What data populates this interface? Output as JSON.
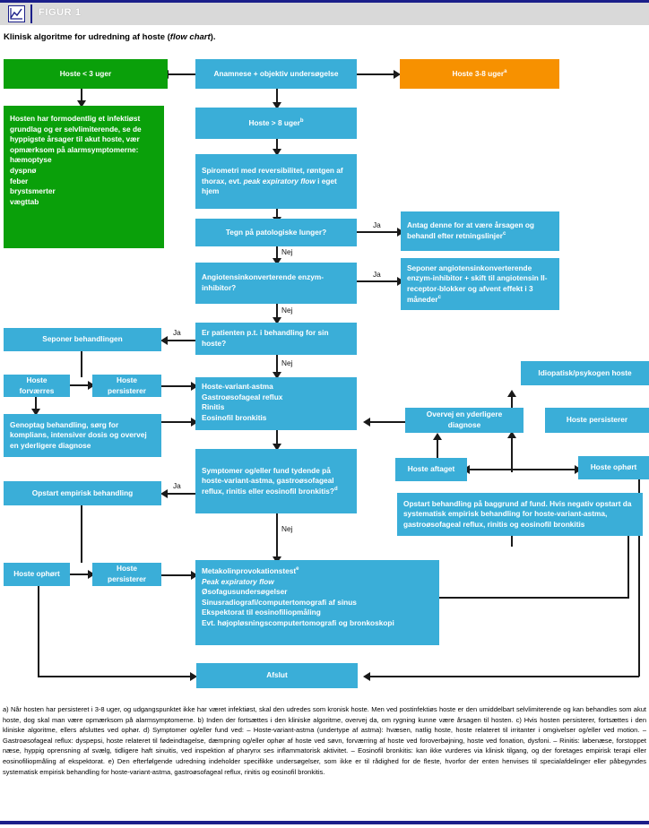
{
  "header": {
    "figure_label": "FIGUR 1",
    "icon": "chart-line-icon",
    "caption_text": "Klinisk algoritme for udredning af hoste (",
    "caption_italic": "flow chart",
    "caption_tail": ")."
  },
  "colors": {
    "blue": "#3aaed8",
    "green": "#0aa00a",
    "orange": "#f79100",
    "header_bar": "#d9d9d9",
    "rule": "#1b1f8a",
    "line": "#1a1a1a"
  },
  "flow": {
    "nodes": [
      {
        "id": "hoste3uger",
        "label": "Hoste < 3 uger",
        "color": "green"
      },
      {
        "id": "anamnese",
        "label": "Anamnese + objektiv undersøgelse",
        "color": "blue"
      },
      {
        "id": "hoste38uger",
        "label": "Hoste 3-8 uger",
        "sup": "a",
        "color": "orange"
      },
      {
        "id": "infektiost",
        "label": "Hosten har formodentlig et infektiøst grundlag og er selvlimiterende, se de hyppigste årsager til akut hoste, vær opmærksom på alarmsymptomerne:",
        "color": "green",
        "list": [
          "hæmoptyse",
          "dyspnø",
          "feber",
          "brystsmerter",
          "vægttab"
        ]
      },
      {
        "id": "hoste8uger",
        "label": "Hoste > 8 uger",
        "sup": "b",
        "color": "blue"
      },
      {
        "id": "spirometri",
        "label": "Spirometri med reversibilitet, røntgen af thorax, evt. ",
        "italic": "peak expiratory flow",
        "label_tail": " i eget hjem",
        "color": "blue"
      },
      {
        "id": "patologiske",
        "label": "Tegn på patologiske lunger?",
        "color": "blue"
      },
      {
        "id": "antag",
        "label": "Antag denne for at være årsagen og behandl efter retningslinjer",
        "sup": "c",
        "color": "blue"
      },
      {
        "id": "aceinhibitor",
        "label": "Angiotensinkonverterende enzym-inhibitor?",
        "color": "blue"
      },
      {
        "id": "seponerace",
        "label": "Seponer angiotensinkonverterende enzym-inhibitor + skift til angiotensin II-receptor-blokker og afvent effekt i 3 måneder",
        "sup": "c",
        "color": "blue"
      },
      {
        "id": "ibehandling",
        "label": "Er patienten p.t. i behandling for sin hoste?",
        "color": "blue"
      },
      {
        "id": "seponerbehandling",
        "label": "Seponer behandlingen",
        "color": "blue"
      },
      {
        "id": "hosteforvaerres",
        "label": "Hoste forværres",
        "color": "blue"
      },
      {
        "id": "hostepersisterer1",
        "label": "Hoste persisterer",
        "color": "blue"
      },
      {
        "id": "genoptag",
        "label": "Genoptag behandling, sørg for komplians, intensiver dosis og overvej en yderligere diagnose",
        "color": "blue"
      },
      {
        "id": "diagnoser",
        "label": "Hoste-variant-astma",
        "color": "blue",
        "list": [
          "Hoste-variant-astma",
          "Gastroøsofageal reflux",
          "Rinitis",
          "Eosinofil bronkitis"
        ]
      },
      {
        "id": "symptomer",
        "label": "Symptomer og/eller fund tydende på hoste-variant-astma, gastroøsofageal reflux, rinitis eller eosinofil bronkitis?",
        "sup": "d",
        "color": "blue"
      },
      {
        "id": "opstartempirisk",
        "label": "Opstart empirisk behandling",
        "color": "blue"
      },
      {
        "id": "hosteophort1",
        "label": "Hoste ophørt",
        "color": "blue"
      },
      {
        "id": "hostepersisterer2",
        "label": "Hoste persisterer",
        "color": "blue"
      },
      {
        "id": "metakolin",
        "label": "Metakolinprovokationstest",
        "sup": "e",
        "color": "blue",
        "list": [
          "Metakolinprovokationstest",
          "Peak expiratory flow",
          "Øsofagusundersøgelser",
          "Sinusradiografi/computertomografi af sinus",
          "Ekspektorat til eosinofiliopmåling",
          "Evt. højopløsningscomputertomografi og bronkoskopi"
        ]
      },
      {
        "id": "idiopatisk",
        "label": "Idiopatisk/psykogen hoste",
        "color": "blue"
      },
      {
        "id": "overvej",
        "label": "Overvej en yderligere diagnose",
        "color": "blue"
      },
      {
        "id": "hostepersisterer3",
        "label": "Hoste persisterer",
        "color": "blue"
      },
      {
        "id": "hosteaftaget",
        "label": "Hoste aftaget",
        "color": "blue"
      },
      {
        "id": "hosteophort2",
        "label": "Hoste ophørt",
        "color": "blue"
      },
      {
        "id": "opstartbehandling",
        "label": "Opstart behandling på baggrund af fund. Hvis negativ opstart da systematisk empirisk behandling for hoste-variant-astma, gastroøsofageal reflux, rinitis og eosinofil bronkitis",
        "color": "blue"
      },
      {
        "id": "afslut",
        "label": "Afslut",
        "color": "blue"
      }
    ],
    "edge_labels": {
      "patologiske_ja": "Ja",
      "patologiske_nej": "Nej",
      "ace_ja": "Ja",
      "ace_nej": "Nej",
      "behandling_ja": "Ja",
      "behandling_nej": "Nej",
      "symptomer_ja": "Ja",
      "symptomer_nej": "Nej"
    }
  },
  "notes": {
    "text": "a) Når hosten har persisteret i 3-8 uger, og udgangspunktet ikke har været infektiøst, skal den udredes som kronisk hoste. Men ved postinfektiøs hoste er den umiddelbart selvlimiterende og kan behandles som akut hoste, dog skal man være opmærksom på alarmsymptomerne. b) Inden der fortsættes i den kliniske algoritme, overvej da, om rygning kunne være årsagen til hosten. c) Hvis hosten persisterer, fortsættes i den kliniske algoritme, ellers afsluttes ved ophør. d) Symptomer og/eller fund ved: – Hoste-variant-astma (undertype af astma): hvæsen, natlig hoste, hoste relateret til irritanter i omgivelser og/eller ved motion. – Gastroøsofageal reflux: dyspepsi, hoste relateret til fødeindtagelse, dæmpning og/eller ophør af hoste ved søvn, forværring af hoste ved foroverbøjning, hoste ved fonation, dysfoni. – Rinitis: løbenæse, forstoppet næse, hyppig oprensning af svælg, tidligere haft sinuitis, ved inspektion af pharynx ses inflammatorisk aktivitet. – Eosinofil bronkitis: kan ikke vurderes via klinisk tilgang, og der foretages empirisk terapi eller eosinofiliopmåling af ekspektorat. e) Den efterfølgende udredning indeholder specifikke undersøgelser, som ikke er til rådighed for de fleste, hvorfor der enten henvises til specialafdelinger eller påbegyndes systematisk empirisk behandling for hoste-variant-astma, gastroøsofageal reflux, rinitis og eosinofil bronkitis."
  }
}
